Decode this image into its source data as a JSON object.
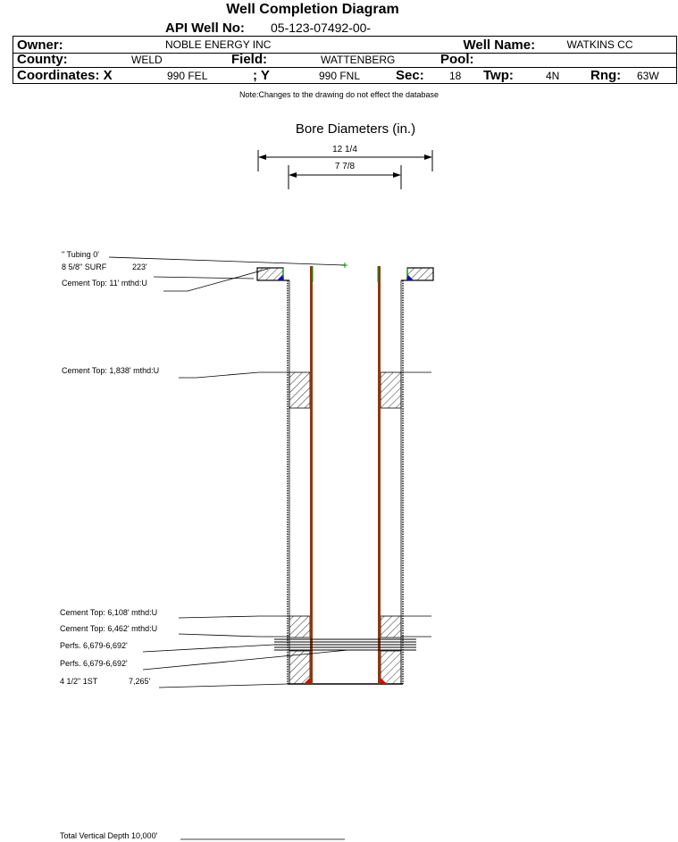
{
  "title": "Well Completion Diagram",
  "header": {
    "api_label": "API Well No:",
    "api_value": "05-123-07492-00-",
    "owner_label": "Owner:",
    "owner_value": "NOBLE ENERGY INC",
    "well_name_label": "Well Name:",
    "well_name_value": "WATKINS CC",
    "county_label": "County:",
    "county_value": "WELD",
    "field_label": "Field:",
    "field_value": "WATTENBERG",
    "pool_label": "Pool:",
    "pool_value": "",
    "coord_x_label": "Coordinates: X",
    "coord_x_value": "990 FEL",
    "coord_y_label": "; Y",
    "coord_y_value": "990 FNL",
    "sec_label": "Sec:",
    "sec_value": "18",
    "twp_label": "Twp:",
    "twp_value": "4N",
    "rng_label": "Rng:",
    "rng_value": "63W"
  },
  "note": "Note:Changes to the drawing do not effect the database",
  "diagram": {
    "bore_title": "Bore Diameters (in.)",
    "bore_diameters": [
      "12 1/4",
      "7 7/8"
    ],
    "labels": [
      "\" Tubing 0'",
      "8 5/8\" SURF",
      "223'",
      "Cement Top: 11' mthd:U",
      "Cement Top: 1,838' mthd:U",
      "Cement Top: 6,108' mthd:U",
      "Cement Top: 6,462' mthd:U",
      "Perfs. 6,679-6,692'",
      "Perfs. 6,679-6,692'",
      "4 1/2\" 1ST",
      "7,265'"
    ],
    "total_depth": "Total Vertical Depth 10,000'"
  },
  "colors": {
    "tubing_casing": "#8B3A0E",
    "green": "#00A000",
    "blue": "#1010C0",
    "red": "#E00000"
  }
}
